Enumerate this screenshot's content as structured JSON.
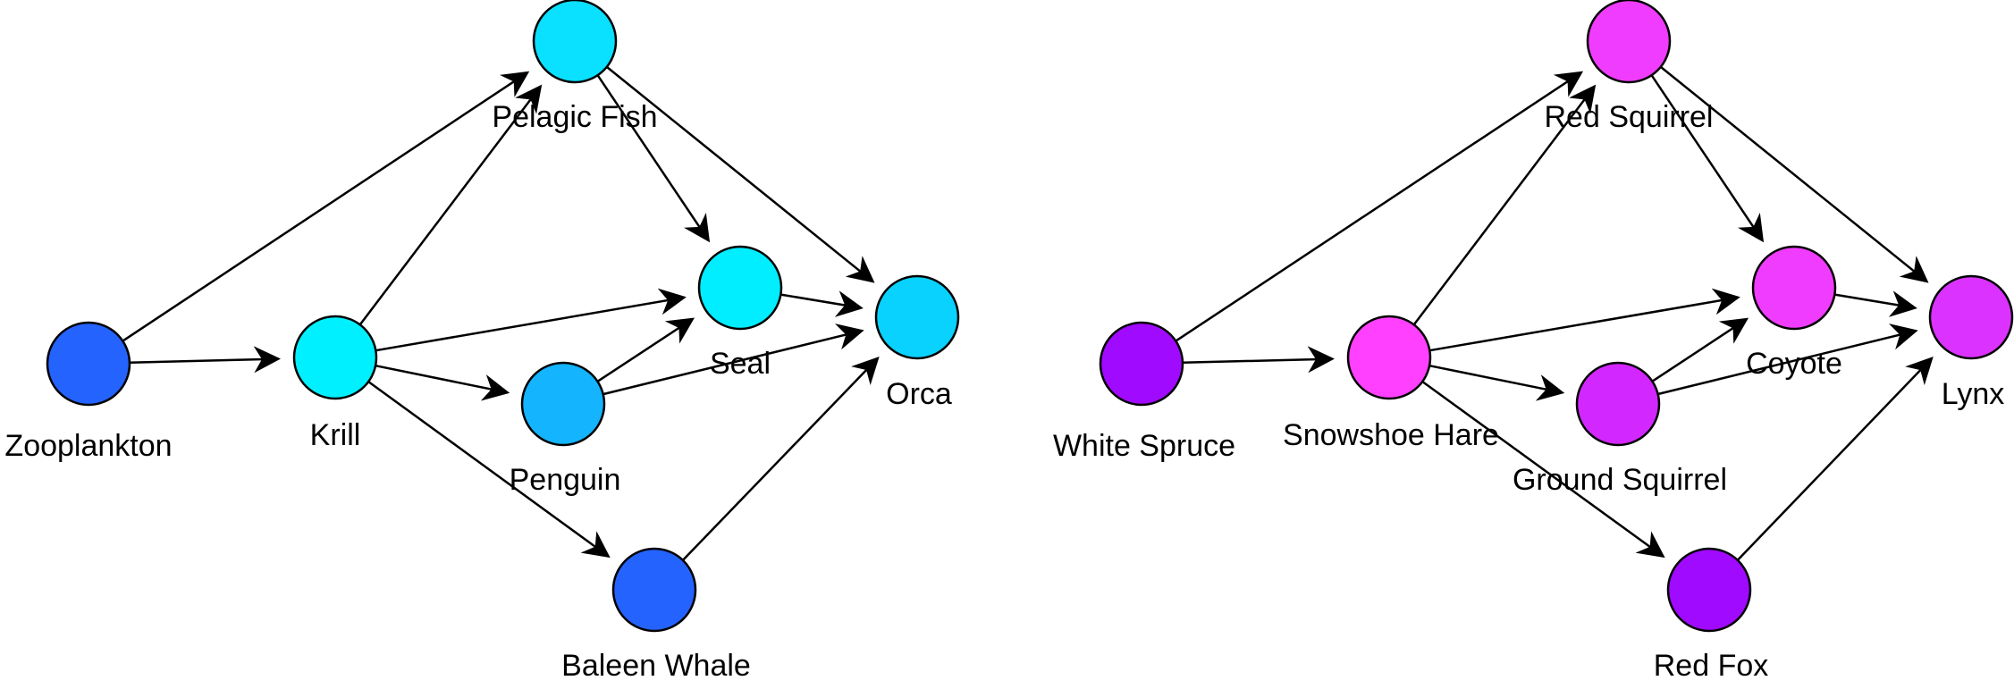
{
  "diagrams": [
    {
      "id": "marine",
      "nodes": [
        {
          "id": "zooplankton",
          "label": "Zooplankton",
          "color": "#2563ff"
        },
        {
          "id": "krill",
          "label": "Krill",
          "color": "#00f0ff"
        },
        {
          "id": "pelagic-fish",
          "label": "Pelagic Fish",
          "color": "#0ae0ff"
        },
        {
          "id": "penguin",
          "label": "Penguin",
          "color": "#14b4ff"
        },
        {
          "id": "seal",
          "label": "Seal",
          "color": "#00eeff"
        },
        {
          "id": "orca",
          "label": "Orca",
          "color": "#0ad2ff"
        },
        {
          "id": "baleen-whale",
          "label": "Baleen Whale",
          "color": "#2563ff"
        }
      ],
      "edges": [
        {
          "from": "zooplankton",
          "to": "pelagic-fish"
        },
        {
          "from": "zooplankton",
          "to": "krill"
        },
        {
          "from": "krill",
          "to": "pelagic-fish"
        },
        {
          "from": "krill",
          "to": "seal"
        },
        {
          "from": "krill",
          "to": "penguin"
        },
        {
          "from": "krill",
          "to": "baleen-whale"
        },
        {
          "from": "pelagic-fish",
          "to": "seal"
        },
        {
          "from": "pelagic-fish",
          "to": "orca"
        },
        {
          "from": "penguin",
          "to": "seal"
        },
        {
          "from": "penguin",
          "to": "orca"
        },
        {
          "from": "seal",
          "to": "orca"
        },
        {
          "from": "baleen-whale",
          "to": "orca"
        }
      ]
    },
    {
      "id": "boreal",
      "nodes": [
        {
          "id": "white-spruce",
          "label": "White Spruce",
          "color": "#a00aff"
        },
        {
          "id": "snowshoe-hare",
          "label": "Snowshoe Hare",
          "color": "#ff40ff"
        },
        {
          "id": "red-squirrel",
          "label": "Red Squirrel",
          "color": "#f03cff"
        },
        {
          "id": "ground-squirrel",
          "label": "Ground Squirrel",
          "color": "#d228ff"
        },
        {
          "id": "coyote",
          "label": "Coyote",
          "color": "#f03cff"
        },
        {
          "id": "lynx",
          "label": "Lynx",
          "color": "#dc32ff"
        },
        {
          "id": "red-fox",
          "label": "Red Fox",
          "color": "#a00aff"
        }
      ],
      "edges": [
        {
          "from": "white-spruce",
          "to": "red-squirrel"
        },
        {
          "from": "white-spruce",
          "to": "snowshoe-hare"
        },
        {
          "from": "snowshoe-hare",
          "to": "red-squirrel"
        },
        {
          "from": "snowshoe-hare",
          "to": "coyote"
        },
        {
          "from": "snowshoe-hare",
          "to": "ground-squirrel"
        },
        {
          "from": "snowshoe-hare",
          "to": "red-fox"
        },
        {
          "from": "red-squirrel",
          "to": "coyote"
        },
        {
          "from": "red-squirrel",
          "to": "lynx"
        },
        {
          "from": "ground-squirrel",
          "to": "coyote"
        },
        {
          "from": "ground-squirrel",
          "to": "lynx"
        },
        {
          "from": "coyote",
          "to": "lynx"
        },
        {
          "from": "red-fox",
          "to": "lynx"
        }
      ]
    }
  ]
}
